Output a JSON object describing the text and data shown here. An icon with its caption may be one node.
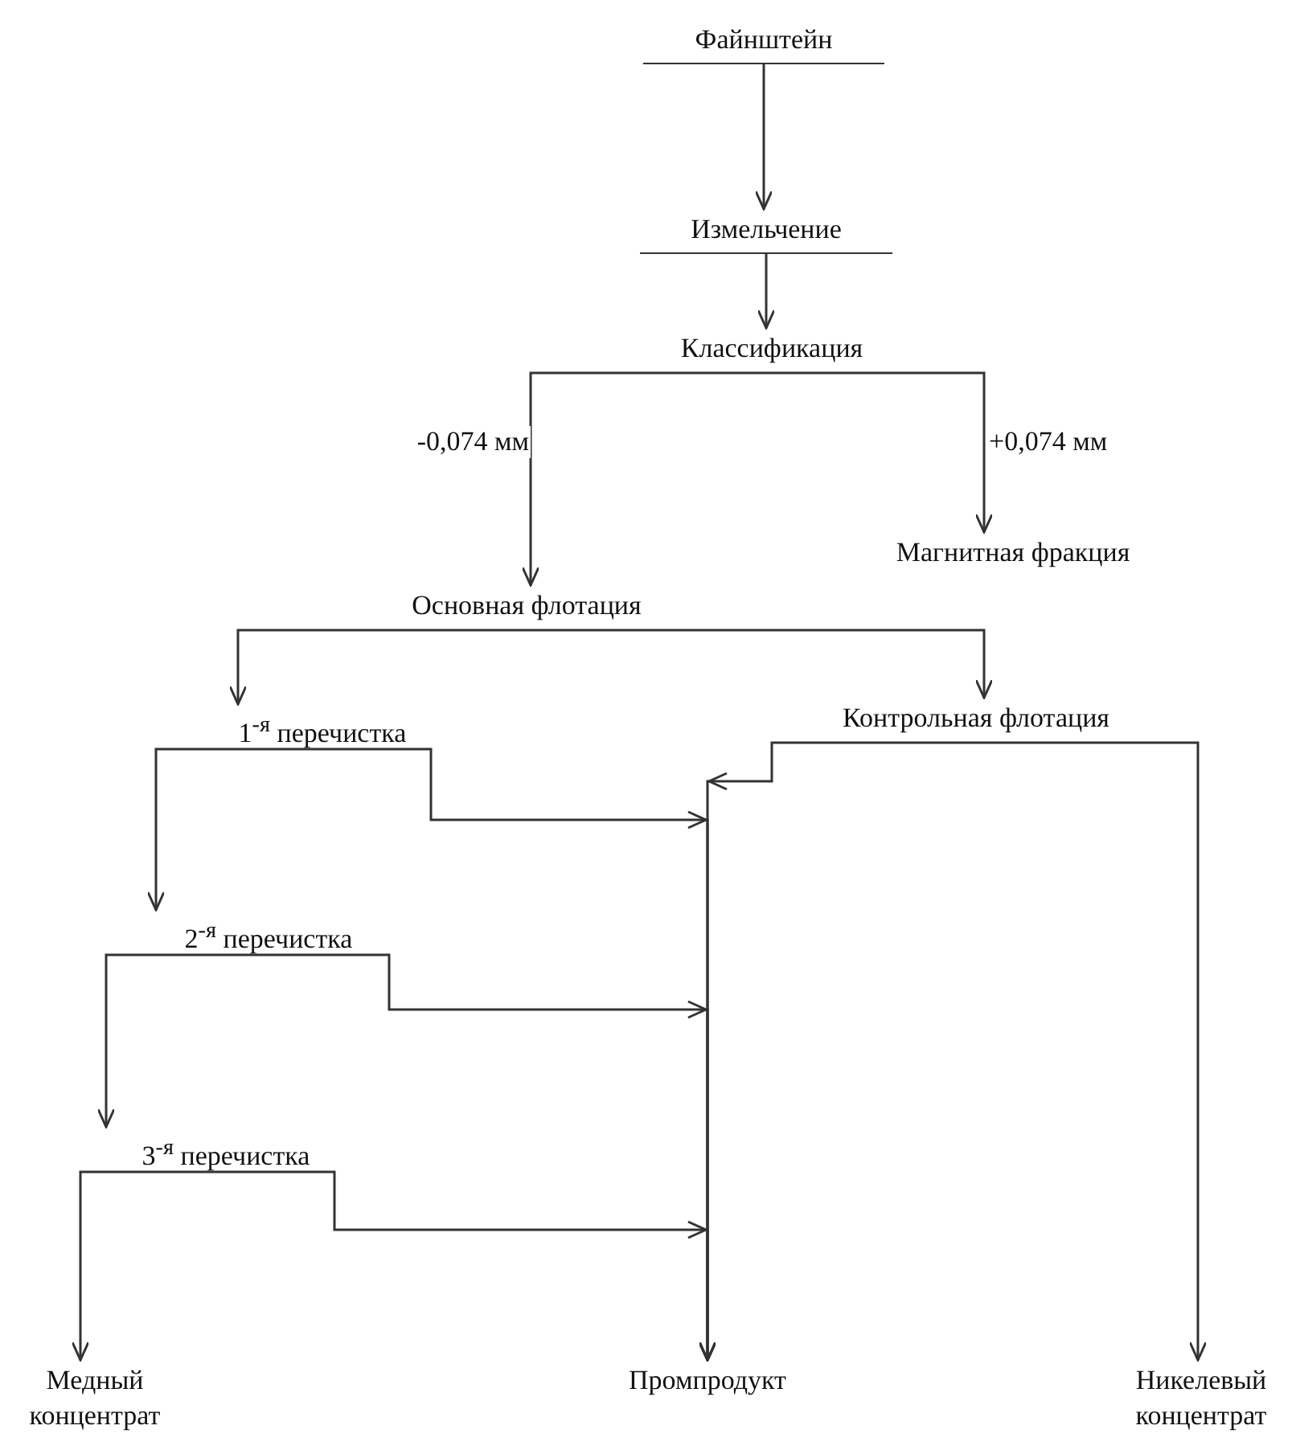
{
  "diagram": {
    "nodes": [
      {
        "text": [
          "Файнштейн"
        ]
      },
      {
        "text": [
          "Измельчение"
        ]
      },
      {
        "text": [
          "Классификация"
        ]
      },
      {
        "text": [
          "Магнитная фракция"
        ]
      },
      {
        "text": [
          "Основная флотация"
        ]
      },
      {
        "text": [
          "1$^{-я}$ перечистка"
        ]
      },
      {
        "text": [
          "Контрольная флотация"
        ]
      },
      {
        "text": [
          "2$^{-я}$ перечистка"
        ]
      },
      {
        "text": [
          "3$^{-я}$ перечистка"
        ]
      },
      {
        "text": [
          "Медный концентрат"
        ]
      },
      {
        "text": [
          "Промпродукт"
        ]
      },
      {
        "text": [
          "Никелевый концентрат"
        ]
      }
    ],
    "edges": [
      {
        "from": 0,
        "to": 1,
        "arrow": "to"
      },
      {
        "from": 1,
        "to": 2,
        "arrow": "to"
      },
      {
        "from": 2,
        "to": 4,
        "arrow": "to",
        "label": "-0,074 мм"
      },
      {
        "from": 2,
        "to": 3,
        "arrow": "to",
        "label": "+0,074 мм"
      },
      {
        "from": 4,
        "to": 5,
        "arrow": "to"
      },
      {
        "from": 4,
        "to": 6,
        "arrow": "to"
      },
      {
        "from": 5,
        "to": 7,
        "arrow": "to"
      },
      {
        "from": 5,
        "to": 10,
        "arrow": "to"
      },
      {
        "from": 6,
        "to": 10,
        "arrow": "to"
      },
      {
        "from": 6,
        "to": 11,
        "arrow": "to"
      },
      {
        "from": 7,
        "to": 8,
        "arrow": "to"
      },
      {
        "from": 7,
        "to": 10,
        "arrow": "to"
      },
      {
        "from": 8,
        "to": 9,
        "arrow": "to"
      },
      {
        "from": 8,
        "to": 10,
        "arrow": "to"
      }
    ]
  }
}
